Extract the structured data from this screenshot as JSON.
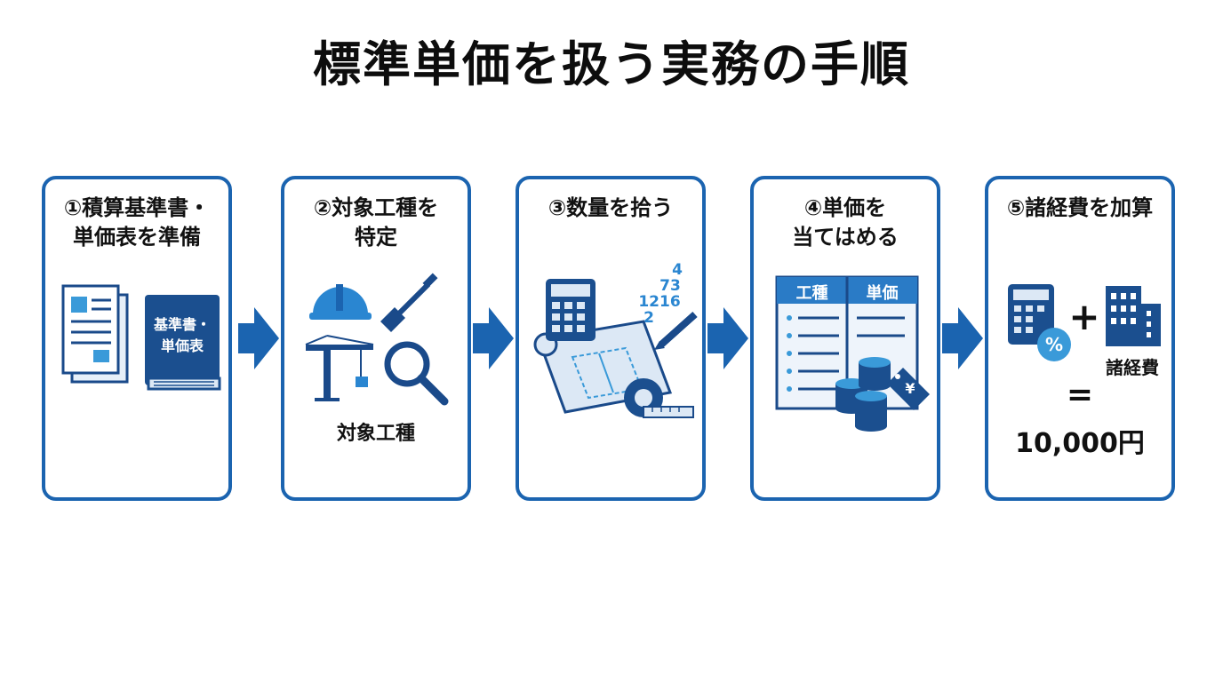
{
  "title": "標準単価を扱う実務の手順",
  "steps": [
    {
      "line1": "①積算基準書・",
      "line2": "単価表を準備",
      "icon_text1": "基準書・",
      "icon_text2": "単価表"
    },
    {
      "line1": "②対象工種を",
      "line2": "特定",
      "caption": "対象工種"
    },
    {
      "line1": "③数量を拾う",
      "line2": "",
      "numbers": [
        "4",
        "73",
        "1216",
        "2"
      ]
    },
    {
      "line1": "④単価を",
      "line2": "当てはめる",
      "table_col1": "工種",
      "table_col2": "単価",
      "tag": "¥"
    },
    {
      "line1": "⑤諸経費を加算",
      "line2": "",
      "percent": "%",
      "plus": "+",
      "label": "諸経費",
      "equals": "=",
      "result": "10,000円"
    }
  ],
  "colors": {
    "primary": "#1b64b0",
    "dark": "#1a4a8a",
    "light": "#3a9ad9",
    "pale": "#e6eff9"
  }
}
